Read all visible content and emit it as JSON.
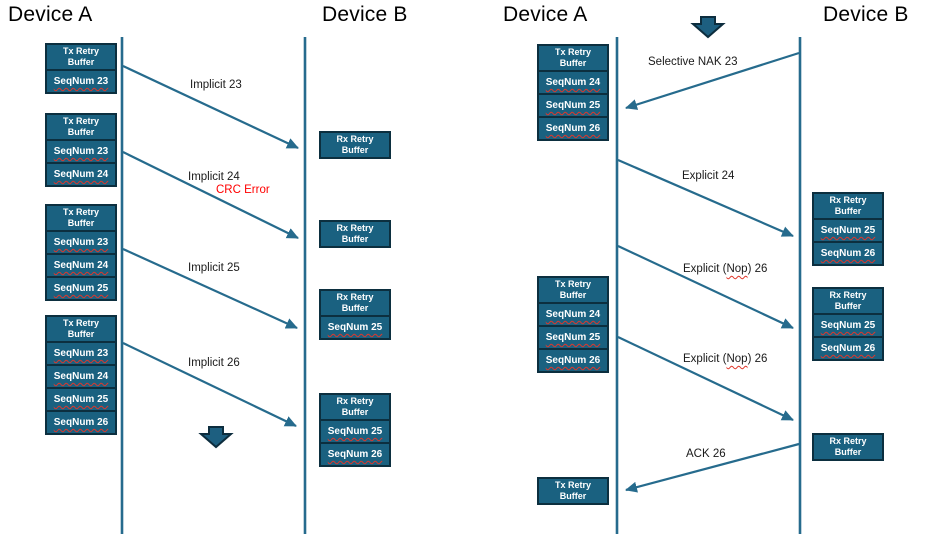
{
  "panels": {
    "left": {
      "device_a_title": "Device A",
      "device_b_title": "Device B",
      "tx_boxes": [
        {
          "header": "Tx Retry Buffer",
          "cells": [
            "SeqNum 23"
          ]
        },
        {
          "header": "Tx Retry Buffer",
          "cells": [
            "SeqNum 23",
            "SeqNum 24"
          ]
        },
        {
          "header": "Tx Retry Buffer",
          "cells": [
            "SeqNum 23",
            "SeqNum 24",
            "SeqNum 25"
          ]
        },
        {
          "header": "Tx Retry Buffer",
          "cells": [
            "SeqNum 23",
            "SeqNum 24",
            "SeqNum 25",
            "SeqNum 26"
          ]
        }
      ],
      "rx_boxes": [
        {
          "header": "Rx Retry Buffer",
          "cells": []
        },
        {
          "header": "Rx Retry Buffer",
          "cells": []
        },
        {
          "header": "Rx Retry Buffer",
          "cells": [
            "SeqNum 25"
          ]
        },
        {
          "header": "Rx Retry Buffer",
          "cells": [
            "SeqNum 25",
            "SeqNum 26"
          ]
        }
      ],
      "messages": {
        "implicit_23": "Implicit 23",
        "implicit_24": "Implicit 24",
        "crc_error": "CRC Error",
        "implicit_25": "Implicit 25",
        "implicit_26": "Implicit 26"
      }
    },
    "right": {
      "device_a_title": "Device A",
      "device_b_title": "Device B",
      "tx_boxes": [
        {
          "header": "Tx Retry Buffer",
          "cells": [
            "SeqNum 24",
            "SeqNum 25",
            "SeqNum 26"
          ]
        },
        {
          "header": "Tx Retry Buffer",
          "cells": [
            "SeqNum 24",
            "SeqNum 25",
            "SeqNum 26"
          ]
        },
        {
          "header": "Tx Retry Buffer",
          "cells": []
        }
      ],
      "rx_boxes": [
        {
          "header": "Rx Retry Buffer",
          "cells": [
            "SeqNum 25",
            "SeqNum 26"
          ]
        },
        {
          "header": "Rx Retry Buffer",
          "cells": [
            "SeqNum 25",
            "SeqNum 26"
          ]
        },
        {
          "header": "Rx Retry Buffer",
          "cells": []
        }
      ],
      "messages": {
        "selective_nak_23": "Selective NAK 23",
        "explicit_24": "Explicit 24",
        "explicit_nop_pre": "Explicit (",
        "explicit_nop_word": "Nop",
        "explicit_nop_post": ") 26",
        "ack_26": "ACK 26"
      }
    }
  },
  "icons": {
    "down_arrow": "block-arrow-down"
  },
  "colors": {
    "background": "#FFFFFF",
    "box_fill": "#1A6180",
    "box_border": "#0C2F3F",
    "line": "#266B8D",
    "error_text": "#FF0000",
    "label_text": "#1A1A1A",
    "box_text": "#FFFFFF",
    "squiggle": "#E0362A"
  }
}
